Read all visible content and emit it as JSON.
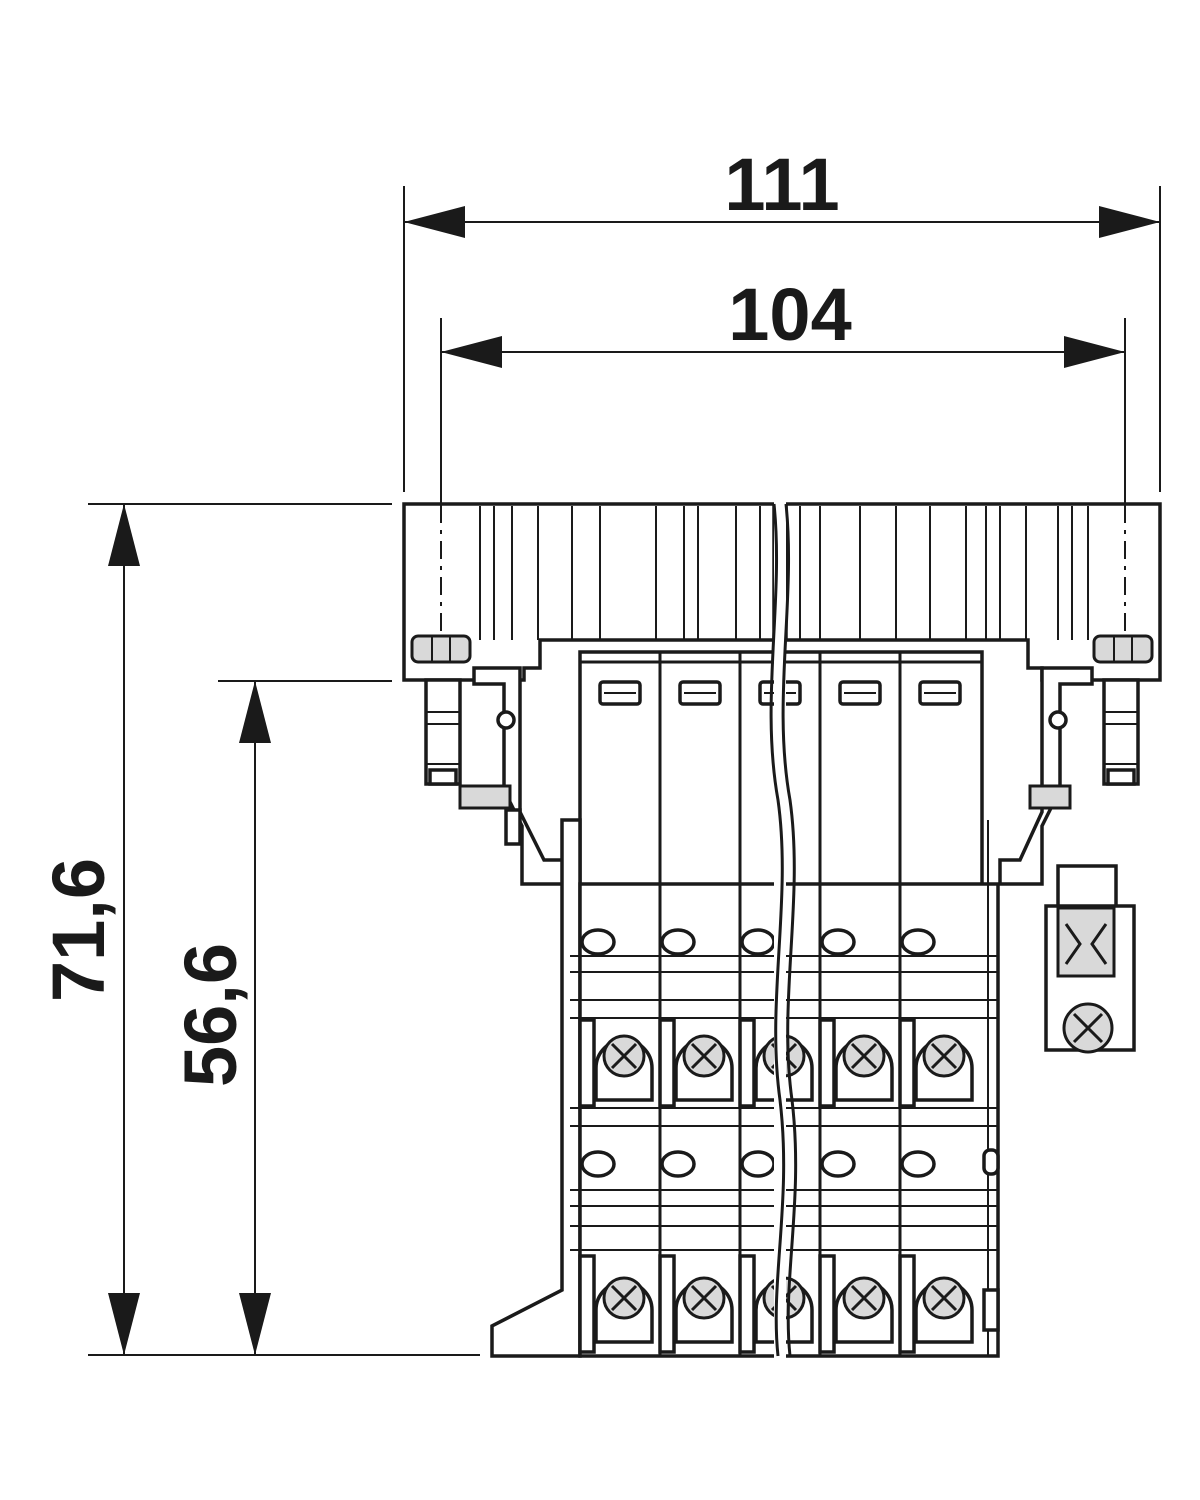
{
  "dimensions": {
    "width_overall": "111",
    "width_inner": "104",
    "height_overall": "71,6",
    "height_inner": "56,6"
  },
  "colors": {
    "line": "#1a1a1a",
    "fill_light": "#d9d9d9",
    "background": "#ffffff"
  },
  "terminal_count": 5
}
